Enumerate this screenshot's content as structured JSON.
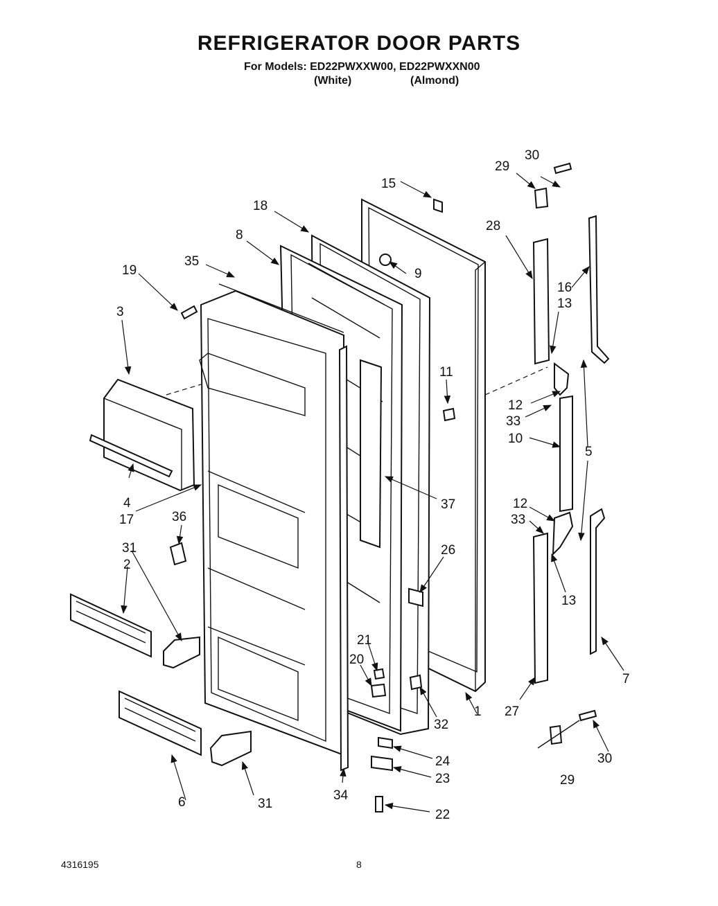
{
  "header": {
    "title": "REFRIGERATOR DOOR PARTS",
    "models": "For Models: ED22PWXXW00, ED22PWXXN00",
    "color_white": "(White)",
    "color_almond": "(Almond)"
  },
  "footer": {
    "doc_number": "4316195",
    "page_number": "8"
  },
  "callouts": [
    "30",
    "29",
    "15",
    "18",
    "28",
    "8",
    "9",
    "35",
    "19",
    "16",
    "13",
    "3",
    "11",
    "12",
    "33",
    "10",
    "5",
    "12",
    "33",
    "37",
    "4",
    "17",
    "36",
    "31",
    "2",
    "26",
    "13",
    "21",
    "20",
    "7",
    "32",
    "1",
    "27",
    "24",
    "23",
    "22",
    "30",
    "29",
    "6",
    "31",
    "34"
  ]
}
